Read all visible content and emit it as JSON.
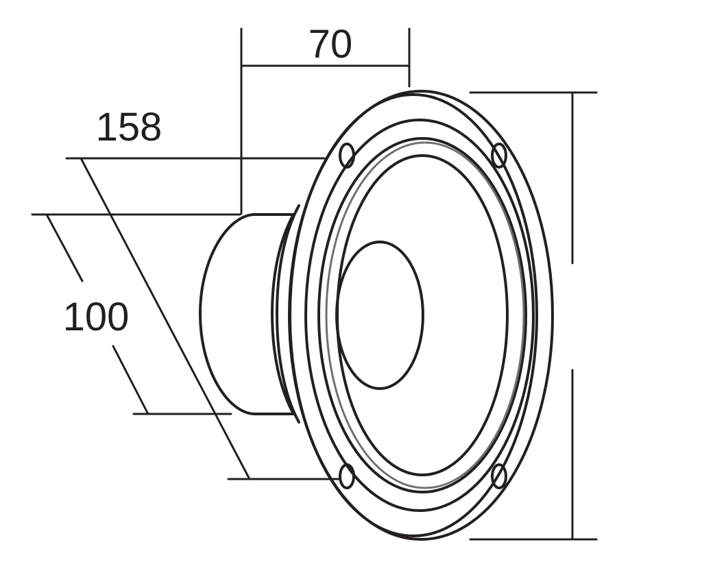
{
  "dimensions": {
    "depth_label": "70",
    "diagonal_outer_label": "158",
    "diagonal_magnet_label": "100"
  },
  "colors": {
    "line": "#231f20",
    "surround_accent": "#707070",
    "background": "#ffffff"
  }
}
